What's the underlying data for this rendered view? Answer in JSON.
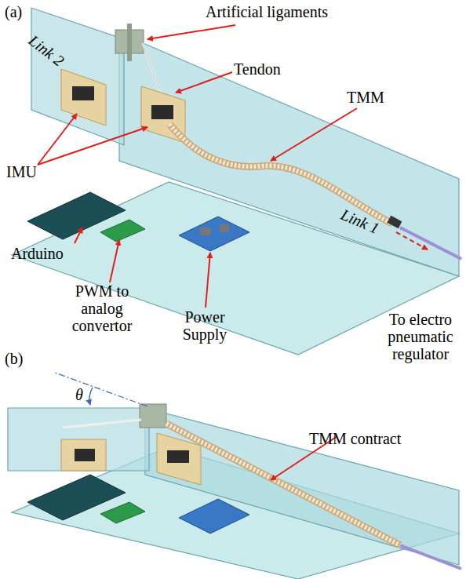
{
  "diagram": {
    "labels": [
      "(a)",
      "Link 2",
      "Artificial ligaments",
      "Tendon",
      "TMM",
      "IMU",
      "Link 1",
      "Arduino",
      "PWM to analog convertor",
      "Power Supply",
      "To electro pneumatic regulator",
      "(b)",
      "θ",
      "TMM contract"
    ]
  }
}
